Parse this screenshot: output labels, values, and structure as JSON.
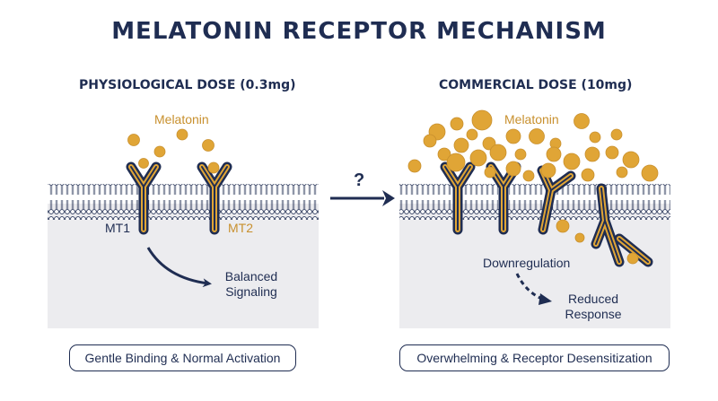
{
  "title": "MELATONIN RECEPTOR MECHANISM",
  "left_panel": {
    "heading": "PHYSIOLOGICAL DOSE (0.3mg)",
    "ligand_label": "Melatonin",
    "receptor1_label": "MT1",
    "receptor2_label": "MT2",
    "signal_line1": "Balanced",
    "signal_line2": "Signaling",
    "caption": "Gentle Binding & Normal Activation"
  },
  "right_panel": {
    "heading": "COMMERCIAL DOSE (10mg)",
    "ligand_label": "Melatonin",
    "downregulation_label": "Downregulation",
    "response_line1": "Reduced",
    "response_line2": "Response",
    "caption": "Overwhelming & Receptor Desensitization"
  },
  "transition_symbol": "?",
  "colors": {
    "navy": "#1f2d52",
    "gold": "#e0a536",
    "membrane_bg": "#ececef"
  }
}
